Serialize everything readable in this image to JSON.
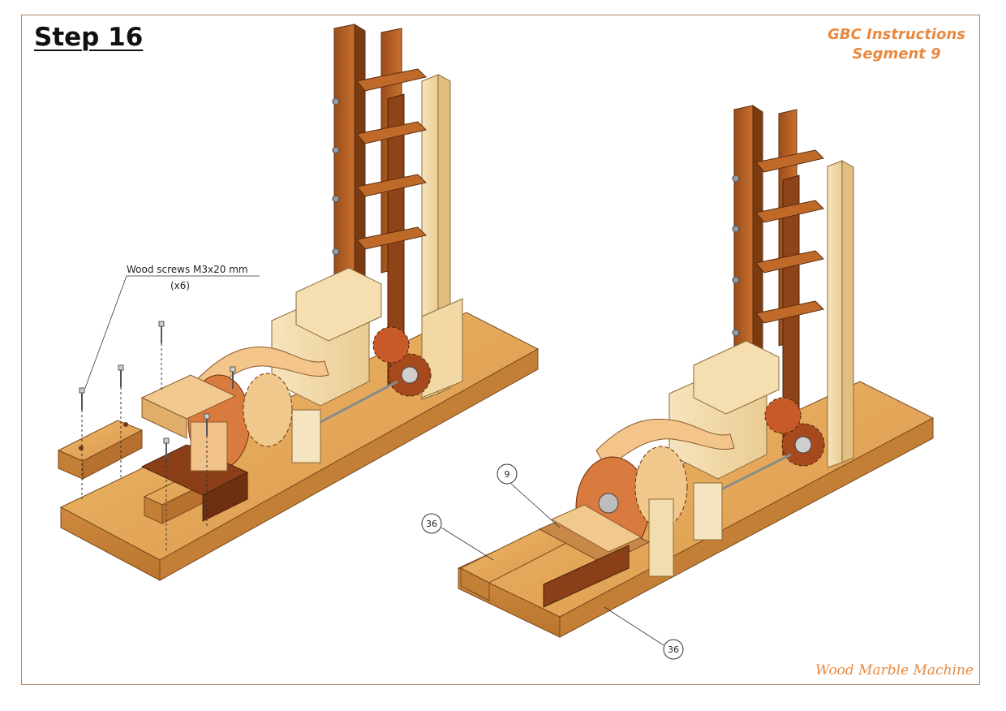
{
  "header": {
    "step_label": "Step 16",
    "title_line1": "GBC Instructions",
    "title_line2": "Segment 9"
  },
  "footer": {
    "brand": "Wood Marble Machine"
  },
  "annotations": {
    "screws_label": "Wood screws M3x20 mm",
    "screws_qty": "(x6)"
  },
  "callouts": [
    {
      "id": "callout-9",
      "label": "9"
    },
    {
      "id": "callout-36-top",
      "label": "36"
    },
    {
      "id": "callout-36-bottom",
      "label": "36"
    }
  ],
  "colors": {
    "accent": "#e8893f",
    "wood_light": "#e3a85a",
    "wood_dark": "#a0521e",
    "wood_pale": "#f3dfb3"
  }
}
